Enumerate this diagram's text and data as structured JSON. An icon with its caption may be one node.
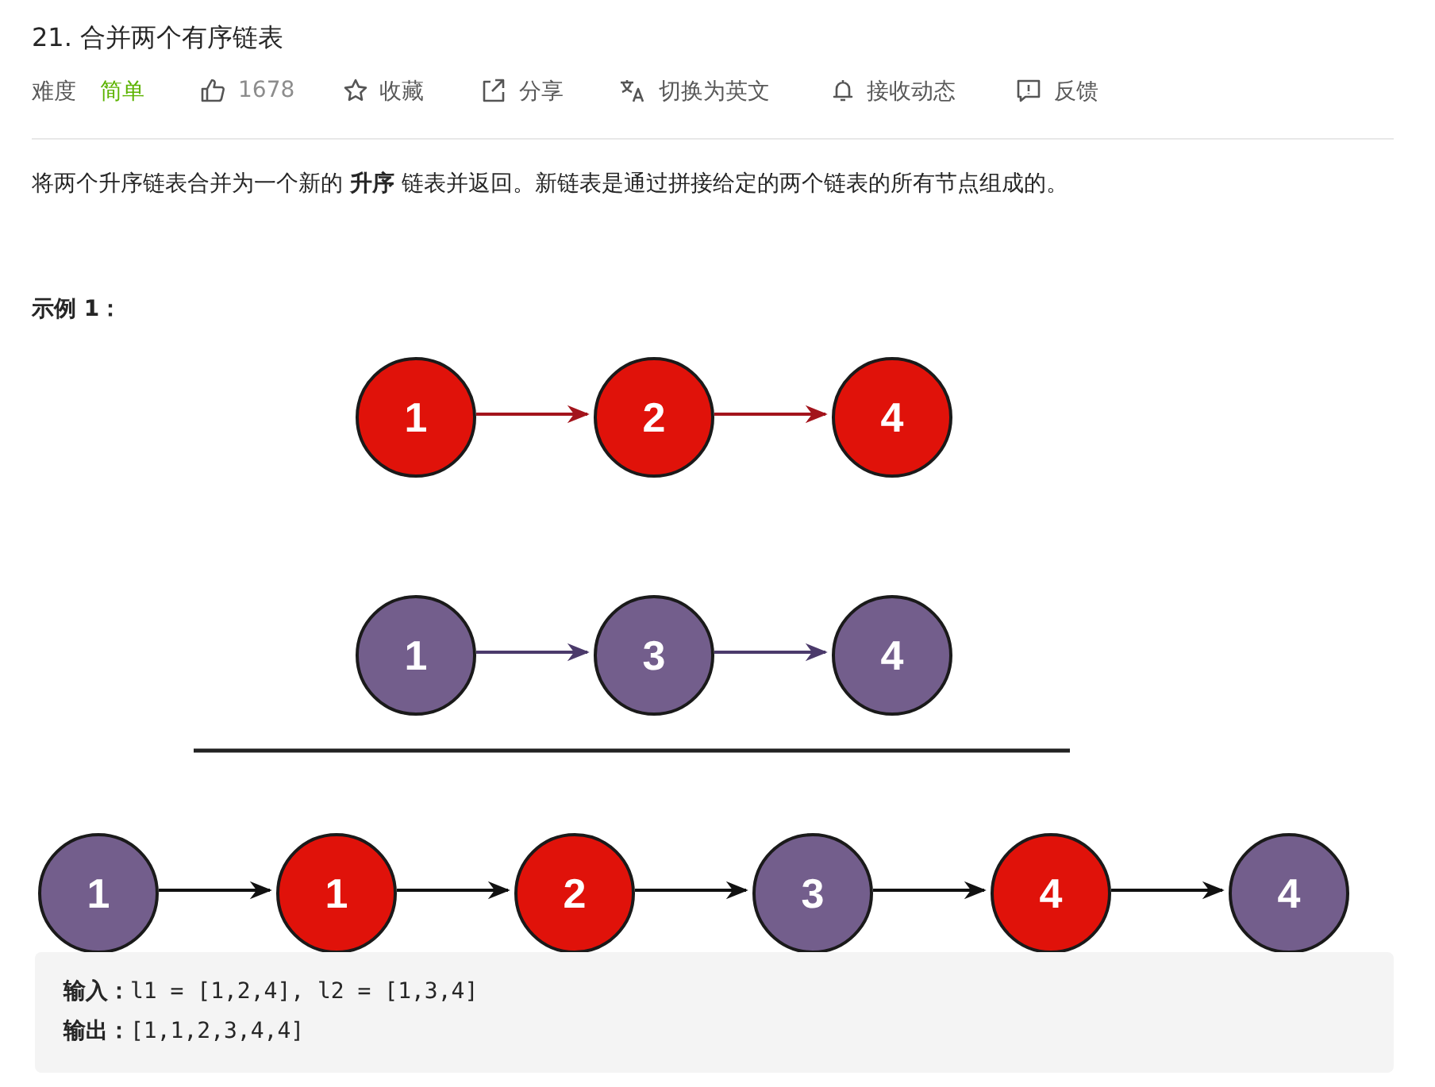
{
  "diagram": {
    "title": "21. 合并两个有序链表",
    "nodes": [
      {
        "text": [
          "1"
        ]
      },
      {
        "text": [
          "2"
        ]
      },
      {
        "text": [
          "4"
        ]
      },
      {
        "text": [
          "1"
        ]
      },
      {
        "text": [
          "3"
        ]
      },
      {
        "text": [
          "4"
        ]
      },
      {
        "text": [
          "1"
        ]
      },
      {
        "text": [
          "1"
        ]
      },
      {
        "text": [
          "2"
        ]
      },
      {
        "text": [
          "3"
        ]
      },
      {
        "text": [
          "4"
        ]
      },
      {
        "text": [
          "4"
        ]
      }
    ],
    "edges": [
      {
        "from": 0,
        "to": 1,
        "arrow": "to",
        "color": "#a3141c"
      },
      {
        "from": 1,
        "to": 2,
        "arrow": "to",
        "color": "#a3141c"
      },
      {
        "from": 3,
        "to": 4,
        "arrow": "to",
        "color": "#4b3a6b"
      },
      {
        "from": 4,
        "to": 5,
        "arrow": "to",
        "color": "#4b3a6b"
      },
      {
        "from": 6,
        "to": 7,
        "arrow": "to"
      },
      {
        "from": 7,
        "to": 8,
        "arrow": "to"
      },
      {
        "from": 8,
        "to": 9,
        "arrow": "to"
      },
      {
        "from": 9,
        "to": 10,
        "arrow": "to"
      },
      {
        "from": 10,
        "to": 11,
        "arrow": "to"
      }
    ],
    "labels": [
      "难度",
      "简单",
      "1678",
      "收藏",
      "分享",
      "切换为英文",
      "接收动态",
      "反馈",
      "将两个升序链表合并为一个新的 **升序** 链表并返回。新链表是通过拼接给定的两个链表的所有节点组成的。",
      "示例 1：",
      "**输入：**l1 = [1,2,4], l2 = [1,3,4]",
      "**输出：**[1,1,2,3,4,4]"
    ]
  }
}
